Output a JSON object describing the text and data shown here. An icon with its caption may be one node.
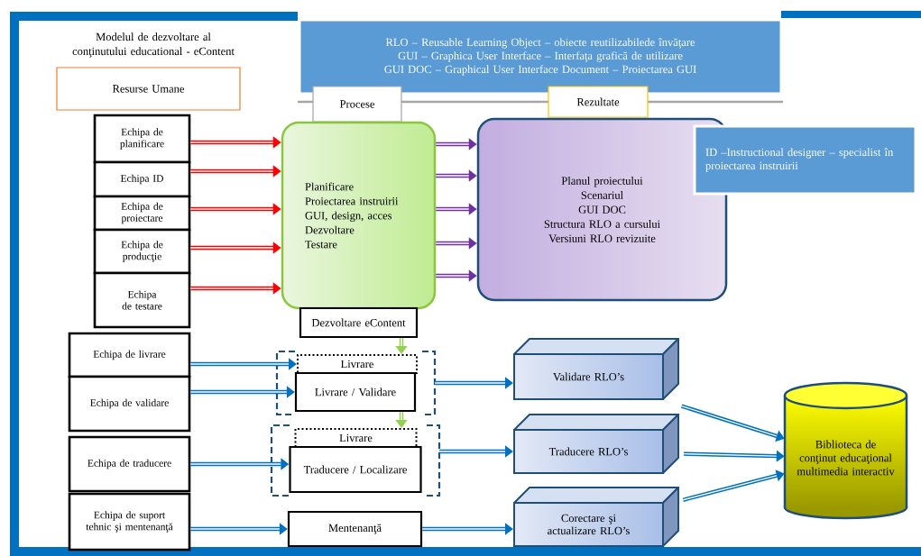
{
  "diagram": {
    "title": "Modelul de dezvoltare al conţinutului educational - eContent",
    "nodes": [
      {
        "text": [
          "RLO – Reusable Learning Object – obiecte reutilizabilede învăţare",
          "GUI – Graphica User Interface – Interfaţa grafică de utilizare",
          "GUI DOC – Graphical User Interface Document – Proiectarea GUI"
        ]
      },
      {
        "text": [
          "Resurse Umane"
        ]
      },
      {
        "text": [
          "Procese"
        ]
      },
      {
        "text": [
          "Rezultate"
        ]
      },
      {
        "text": [
          "Echipa de planificare"
        ]
      },
      {
        "text": [
          "Echipa ID"
        ]
      },
      {
        "text": [
          "Echipa de proiectare"
        ]
      },
      {
        "text": [
          "Echipa de producţie"
        ]
      },
      {
        "text": [
          "Echipa de testare"
        ]
      },
      {
        "text": [
          "Planificare",
          "Proiectarea instruirii",
          "GUI, design, acces",
          "Dezvoltare",
          "Testare"
        ]
      },
      {
        "text": [
          "Planul proiectului",
          "Scenariul",
          "GUI DOC",
          "Structura RLO a cursului",
          "Versiuni RLO revizuite"
        ]
      },
      {
        "text": [
          "ID –Instructional designer – specialist în proiectarea instruirii"
        ]
      },
      {
        "text": [
          "Dezvoltare eContent"
        ]
      },
      {
        "text": [
          "Echipa de livrare"
        ]
      },
      {
        "text": [
          "Echipa de validare"
        ]
      },
      {
        "text": [],
        "shape": "box"
      },
      {
        "text": [
          "Livrare"
        ],
        "in": 15
      },
      {
        "text": [
          "Livrare / Validare"
        ],
        "in": 15
      },
      {
        "text": [],
        "shape": "box"
      },
      {
        "text": [
          "Livrare"
        ],
        "in": 18
      },
      {
        "text": [
          "Traducere / Localizare"
        ],
        "in": 18
      },
      {
        "text": [
          "Echipa de traducere"
        ]
      },
      {
        "text": [
          "Echipa de suport tehnic şi mentenanţă"
        ]
      },
      {
        "text": [
          "Mentenanţă"
        ]
      },
      {
        "text": [
          "Validare RLO’s"
        ]
      },
      {
        "text": [
          "Traducere RLO’s"
        ]
      },
      {
        "text": [
          "Corectare şi actualizare RLO’s"
        ]
      },
      {
        "text": [
          "Biblioteca de conţinut educaţional multimedia interactiv"
        ]
      }
    ],
    "edges": [
      {
        "from": 4,
        "to": 9,
        "arrow": "to",
        "color": "#ff0000"
      },
      {
        "from": 5,
        "to": 9,
        "arrow": "to",
        "color": "#ff0000"
      },
      {
        "from": 6,
        "to": 9,
        "arrow": "to",
        "color": "#ff0000"
      },
      {
        "from": 7,
        "to": 9,
        "arrow": "to",
        "color": "#ff0000"
      },
      {
        "from": 8,
        "to": 9,
        "arrow": "to",
        "color": "#ff0000"
      },
      {
        "from": 9,
        "to": 10,
        "arrow": "to",
        "color": "#7030a0"
      },
      {
        "from": 9,
        "to": 10,
        "arrow": "to",
        "color": "#7030a0"
      },
      {
        "from": 9,
        "to": 10,
        "arrow": "to",
        "color": "#7030a0"
      },
      {
        "from": 9,
        "to": 10,
        "arrow": "to",
        "color": "#7030a0"
      },
      {
        "from": 9,
        "to": 10,
        "arrow": "to",
        "color": "#7030a0"
      },
      {
        "from": 13,
        "to": 16,
        "arrow": "to"
      },
      {
        "from": 14,
        "to": 17,
        "arrow": "to"
      },
      {
        "from": 21,
        "to": 20,
        "arrow": "to"
      },
      {
        "from": 22,
        "to": 23,
        "arrow": "to"
      },
      {
        "from": 12,
        "to": 16,
        "arrow": "to",
        "color": "#92d050"
      },
      {
        "from": 17,
        "to": 19,
        "arrow": "to",
        "color": "#92d050"
      },
      {
        "from": 15,
        "to": 24,
        "arrow": "to"
      },
      {
        "from": 18,
        "to": 25,
        "arrow": "to"
      },
      {
        "from": 23,
        "to": 26,
        "arrow": "to"
      },
      {
        "from": 24,
        "to": 27,
        "arrow": "to"
      },
      {
        "from": 25,
        "to": 27,
        "arrow": "to"
      },
      {
        "from": 26,
        "to": 27,
        "arrow": "to"
      }
    ]
  }
}
